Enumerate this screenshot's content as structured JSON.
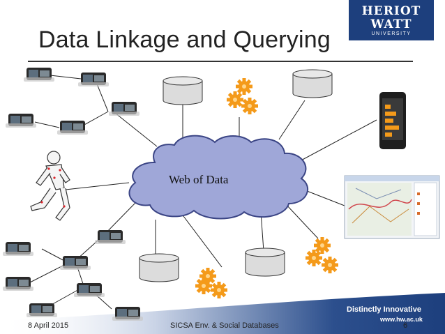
{
  "slide": {
    "title": "Data Linkage and Querying"
  },
  "logo": {
    "line1": "HERIOT",
    "line2": "WATT",
    "line3": "UNIVERSITY"
  },
  "diagram": {
    "cloud_label": "Web of Data",
    "node_icons": [
      "sensor-icon",
      "runner-icon",
      "database-icon",
      "gears-icon",
      "phone-icon",
      "map-screenshot-icon"
    ],
    "colors": {
      "cloud_fill": "#9fa7d8",
      "cloud_stroke": "#3b4585",
      "gear": "#f49a1a",
      "database_fill": "#dcdcdc"
    }
  },
  "footer": {
    "date": "8 April 2015",
    "center": "SICSA Env. & Social Databases",
    "page": "6",
    "brand": "Distinctly Innovative",
    "url": "www.hw.ac.uk"
  }
}
